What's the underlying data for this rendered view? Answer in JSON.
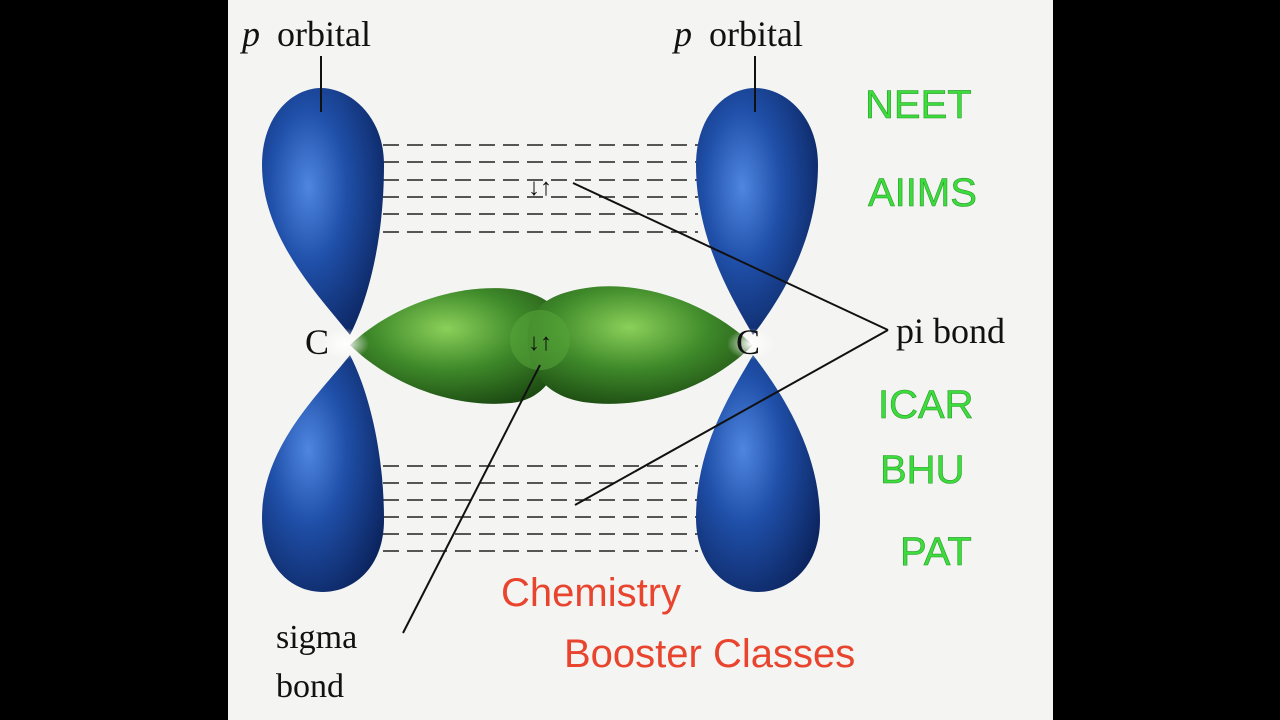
{
  "labels": {
    "p_orbital_left": "orbital",
    "p_orbital_right": "orbital",
    "p_letter": "p",
    "carbon_left": "C",
    "carbon_right": "C",
    "pi_bond": "pi bond",
    "sigma_line1": "sigma",
    "sigma_line2": "bond",
    "electron_pair": "↓↑"
  },
  "exams": [
    "NEET",
    "AIIMS",
    "ICAR",
    "BHU",
    "PAT"
  ],
  "branding": {
    "line1": "Chemistry",
    "line2": "Booster Classes"
  },
  "colors": {
    "exam_text": "#3cdc3c",
    "brand_text": "#e8442e",
    "p_orbital": "#1f4fa8",
    "sigma_orbital": "#3f8a2a"
  }
}
